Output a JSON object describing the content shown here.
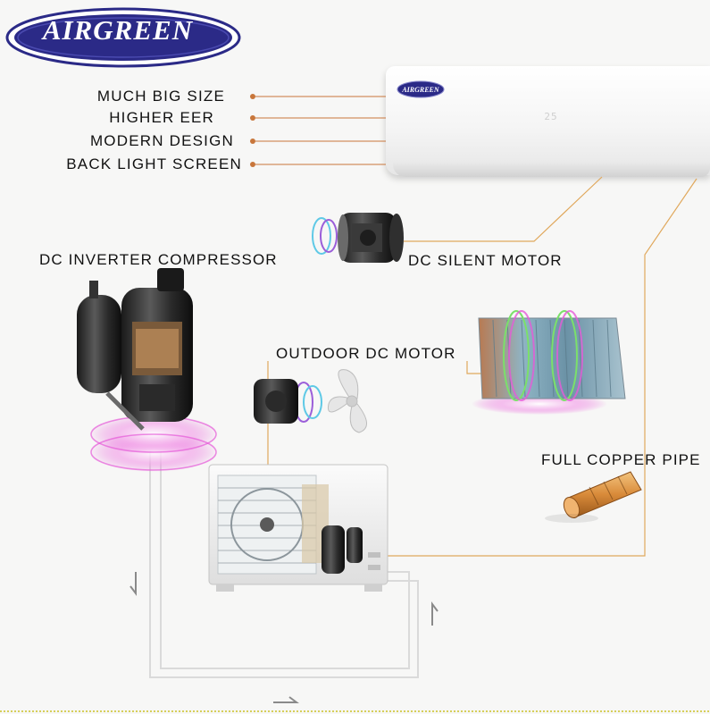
{
  "brand": {
    "name": "AIRGREEN",
    "unit_logo": "AIRGREEN",
    "display": "25"
  },
  "features": [
    "MUCH BIG SIZE",
    "HIGHER EER",
    "MODERN DESIGN",
    "BACK LIGHT SCREEN"
  ],
  "components": {
    "compressor": "DC INVERTER COMPRESSOR",
    "silent_motor": "DC SILENT MOTOR",
    "outdoor_motor": "OUTDOOR DC MOTOR",
    "copper_pipe": "FULL COPPER PIPE"
  },
  "colors": {
    "logo_blue": "#2b2a87",
    "logo_ring": "#4a4ab0",
    "leader_line": "#c8763b",
    "pipe_line": "#e0a85c",
    "glow_pink": "#e65ad8",
    "glow_blue": "#3f7fe0",
    "copper": "#d98b3a",
    "background": "#f7f7f6"
  },
  "icons": {
    "compressor": "compressor-icon",
    "motor": "motor-icon",
    "fan": "fan-blade-icon",
    "coil": "heat-exchanger-icon",
    "pipe": "copper-pipe-icon",
    "outdoor": "outdoor-unit-icon",
    "indoor": "indoor-unit-icon",
    "flow_arrow": "flow-arrow-icon"
  }
}
